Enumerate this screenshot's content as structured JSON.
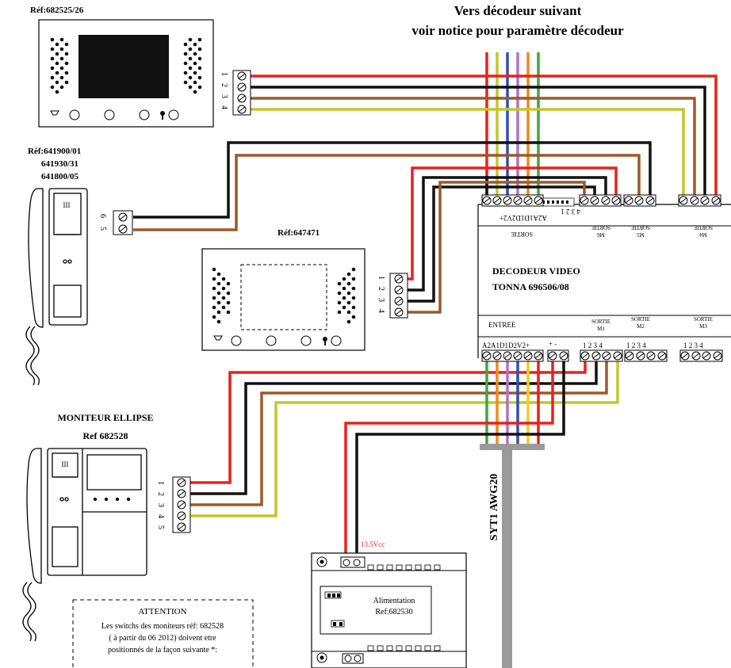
{
  "header": {
    "title_line1": "Vers décodeur suivant",
    "title_line2": "voir notice pour paramètre décodeur"
  },
  "devices": {
    "panel_top_ref": "Réf:682525/26",
    "handset_refs": [
      "Réf:641900/01",
      "641930/31",
      "641800/05"
    ],
    "panel_mid_ref": "Réf:647471",
    "monitor_title": "MONITEUR ELLIPSE",
    "monitor_ref": "Ref 682528"
  },
  "decoder": {
    "title_line1": "DECODEUR VIDEO",
    "title_line2": "TONNA  696506/08",
    "sortie_label": "SORTIE",
    "entree_label": "ENTREE",
    "outputs_top": [
      {
        "line1": "SORTIE",
        "line2": "M6"
      },
      {
        "line1": "SORTIE",
        "line2": "M5"
      },
      {
        "line1": "SORTIE",
        "line2": "M4"
      }
    ],
    "outputs_bottom": [
      {
        "line1": "SORTIE",
        "line2": "M1"
      },
      {
        "line1": "SORTIE",
        "line2": "M2"
      },
      {
        "line1": "SORTIE",
        "line2": "M3"
      }
    ],
    "bus_terminals": "A2A1D1D2V2+",
    "bus_terminals_top": "A2A1D1D2V2+",
    "power_terminals": "+   -",
    "numbers": "1 2 3 4"
  },
  "terminal_numbers": {
    "four": [
      "1",
      "2",
      "3",
      "4"
    ],
    "five": [
      "1",
      "2",
      "3",
      "4",
      "5"
    ],
    "handset": [
      "6",
      "5"
    ]
  },
  "cable": {
    "label": "SYT1 AWG20"
  },
  "power": {
    "voltage": "13.5Vcc",
    "label": "Alimentation",
    "ref": "Ref:682530"
  },
  "attention": {
    "title": "ATTENTION",
    "line1": "Les switchs des moniteurs réf: 682528",
    "line2": "( à partir du 06 2012) doivent etre",
    "line3": "positionnés de la façon suivante *:"
  },
  "colors": {
    "red": "#e8211d",
    "black": "#111111",
    "brown": "#9a5a2a",
    "yellow_green": "#c2c72a",
    "yellow": "#e8d21a",
    "blue": "#2e4fb5",
    "violet": "#b070c8",
    "orange": "#f08a1e",
    "green": "#3ca843",
    "grey_cable": "#9a9a9a"
  }
}
